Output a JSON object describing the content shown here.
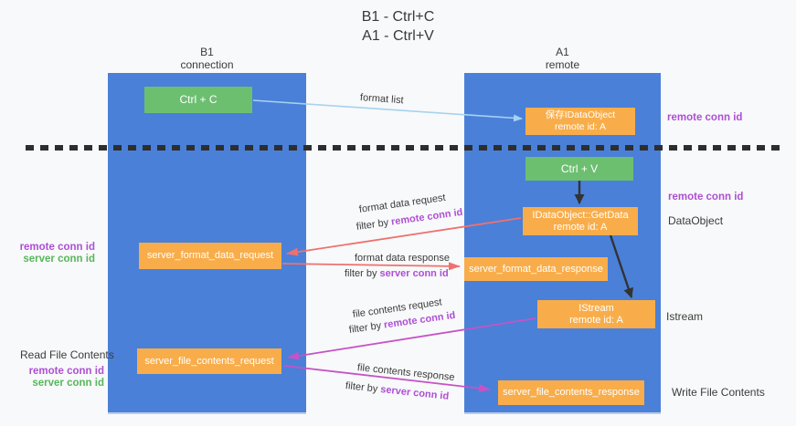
{
  "title": {
    "line1": "B1 - Ctrl+C",
    "line2": "A1 - Ctrl+V"
  },
  "lanes": {
    "left": {
      "name": "B1",
      "role": "connection"
    },
    "right": {
      "name": "A1",
      "role": "remote"
    }
  },
  "nodes": {
    "ctrl_c": "Ctrl + C",
    "clipboard_object": {
      "line1": "保存IDataObject",
      "line2": "remote id: A"
    },
    "ctrl_v": "Ctrl + V",
    "getdata": {
      "line1": "IDataObject::GetData",
      "line2": "remote id: A"
    },
    "format_request": "server_format_data_request",
    "format_response": "server_format_data_response",
    "istream": {
      "line1": "IStream",
      "line2": "remote id: A"
    },
    "file_request": "server_file_contents_request",
    "file_response": "server_file_contents_response"
  },
  "right_labels": {
    "remote_conn_top": "remote conn id",
    "remote_conn_mid": "remote conn id",
    "dataobject": "DataObject",
    "istream": "Istream",
    "write_file": "Write File Contents"
  },
  "left_labels": {
    "group1": {
      "remote": "remote conn id",
      "server": "server conn id"
    },
    "read_file": "Read File Contents",
    "group2": {
      "remote": "remote conn id",
      "server": "server conn id"
    }
  },
  "edge_labels": {
    "format_list": "format list",
    "filter_prefix": "filter by ",
    "format_request": {
      "text": "format data request",
      "filter_key": "remote conn id"
    },
    "format_response": {
      "text": "format data response",
      "filter_key": "server conn id"
    },
    "file_request": {
      "text": "file contents request",
      "filter_key": "remote conn id"
    },
    "file_response": {
      "text": "file contents response",
      "filter_key": "server conn id"
    }
  },
  "colors": {
    "lane_blue": "#4a80d8",
    "box_orange": "#f8ad4a",
    "box_green": "#6dbf70",
    "conn_purple": "#ad4fd4",
    "conn_green": "#57b65b",
    "arrow_salmon": "#ef716f",
    "arrow_magenta": "#c653c6",
    "arrow_blue": "#a6d2f0",
    "arrow_black": "#333333",
    "text_dark": "#3b3b3b",
    "background": "#f8f9fa"
  }
}
